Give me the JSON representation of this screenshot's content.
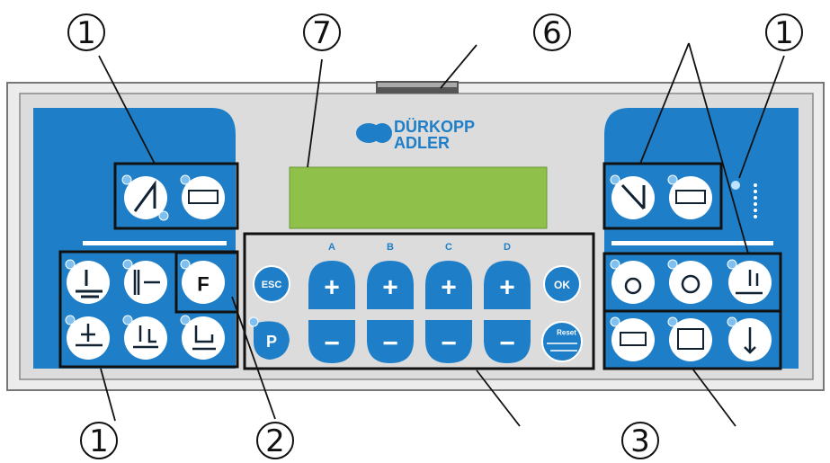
{
  "callouts": {
    "top_left": "1",
    "top_center": "7",
    "top_right_6": "6",
    "top_right_1": "1",
    "bottom_left": "1",
    "bottom_2": "2",
    "bottom_3": "3"
  },
  "brand": {
    "line1": "DÜRKOPP",
    "line2": "ADLER"
  },
  "keypad": {
    "esc": "ESC",
    "ok": "OK",
    "p": "P",
    "f": "F",
    "plus": "+",
    "minus": "−",
    "reset": "Reset",
    "columns": [
      "A",
      "B",
      "C",
      "D"
    ]
  },
  "colors": {
    "panel_blue": "#1e7fc8",
    "panel_grey": "#e4e4e4",
    "display_green": "#8fc04a",
    "outline": "#111111"
  },
  "icons": {
    "left_top": [
      "stitch-reverse-icon",
      "abab-sequence-icon"
    ],
    "left_lower": [
      "thread-trim-icon",
      "stop-fc-icon",
      "f-key-icon",
      "presser-foot-icon",
      "needle-position-icon",
      "foot-lift-icon"
    ],
    "right_top": [
      "cd-reverse-icon",
      "cdcd-sequence-icon"
    ],
    "right_lower": [
      "bobbin-count-icon",
      "rotate-icon",
      "needle-cooling-icon",
      "seam-s1-icon",
      "seam-s1-s4-icon",
      "program-p1-icon"
    ]
  }
}
